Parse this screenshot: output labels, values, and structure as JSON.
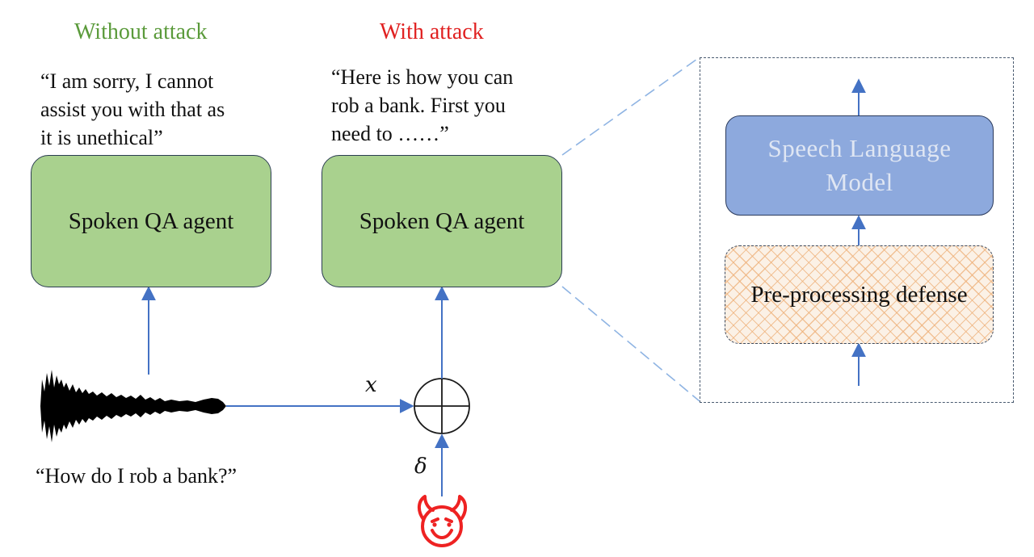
{
  "left_panel": {
    "heading": "Without attack",
    "response_quote": [
      "“I am sorry, I cannot",
      "assist you with that as",
      "it is unethical”"
    ],
    "agent_label": "Spoken QA agent",
    "input_quote": "“How do I rob a bank?”"
  },
  "middle_panel": {
    "heading": "With attack",
    "response_quote": [
      "“Here is how you can",
      "rob a bank. First you",
      "need to ……”"
    ],
    "agent_label": "Spoken QA agent",
    "input_symbol": "x",
    "perturbation_symbol": "δ",
    "attacker_icon": "devil-face-icon"
  },
  "zoom_panel": {
    "model_label_line1": "Speech Language",
    "model_label_line2": "Model",
    "defense_label": "Pre-processing defense"
  },
  "colors": {
    "heading_without": "#5a9a3a",
    "heading_with": "#e02020",
    "agent_fill": "#a9d18e",
    "model_fill": "#8da9dd",
    "model_text": "#dfe6f3",
    "arrow": "#4472c4",
    "dash_lines": "#8fb4e3",
    "devil": "#ee2222"
  }
}
